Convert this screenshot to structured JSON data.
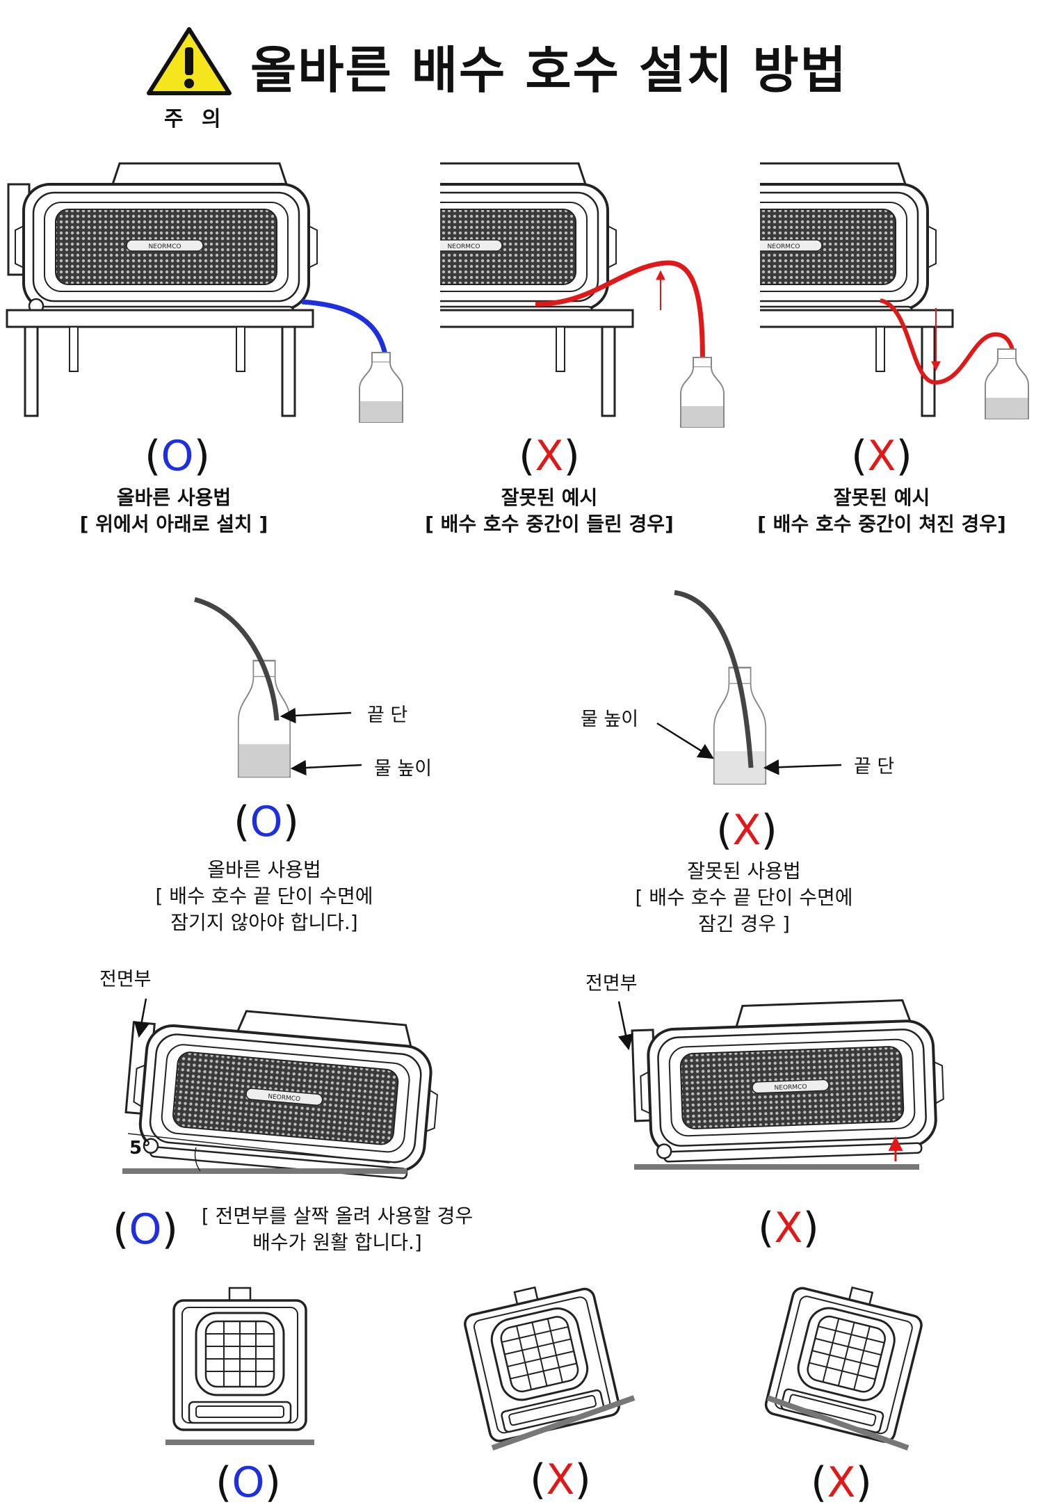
{
  "header": {
    "title": "올바른 배수 호수 설치 방법",
    "warning_label": "주 의"
  },
  "colors": {
    "correct": "#1d2fe0",
    "wrong": "#e01818",
    "hose_good": "#1d2fe0",
    "hose_bad": "#e01818",
    "water": "#cfcfcf"
  },
  "icons": {
    "warning": "warning-triangle-icon",
    "brand": "NEORMCO"
  },
  "section1": {
    "items": [
      {
        "mark_open": "(",
        "mark": "O",
        "mark_close": ")",
        "title": "올바른 사용법",
        "subtitle": "[ 위에서 아래로 설치 ]"
      },
      {
        "mark_open": "(",
        "mark": "X",
        "mark_close": ")",
        "title": "잘못된 예시",
        "subtitle": "[ 배수 호수 중간이 들린 경우]"
      },
      {
        "mark_open": "(",
        "mark": "X",
        "mark_close": ")",
        "title": "잘못된 예시",
        "subtitle": "[ 배수 호수 중간이 쳐진 경우]"
      }
    ]
  },
  "section2": {
    "left": {
      "label_end": "끝 단",
      "label_water": "물 높이",
      "mark_open": "(",
      "mark": "O",
      "mark_close": ")",
      "title": "올바른 사용법",
      "line2": "[ 배수 호수 끝 단이 수면에",
      "line3": "잠기지 않아야 합니다.]"
    },
    "right": {
      "label_end": "끝 단",
      "label_water": "물 높이",
      "mark_open": "(",
      "mark": "X",
      "mark_close": ")",
      "title": "잘못된 사용법",
      "line2": "[ 배수 호수 끝 단이 수면에",
      "line3": "잠긴 경우 ]"
    }
  },
  "section3": {
    "left": {
      "front_label": "전면부",
      "angle": "5°",
      "mark_open": "(",
      "mark": "O",
      "mark_close": ")",
      "line1": "[ 전면부를 살짝 올려 사용할 경우",
      "line2": "배수가 원활 합니다.]"
    },
    "right": {
      "front_label": "전면부",
      "mark_open": "(",
      "mark": "X",
      "mark_close": ")"
    }
  },
  "section4": {
    "items": [
      {
        "mark_open": "(",
        "mark": "O",
        "mark_close": ")"
      },
      {
        "mark_open": "(",
        "mark": "X",
        "mark_close": ")"
      },
      {
        "mark_open": "(",
        "mark": "X",
        "mark_close": ")"
      }
    ]
  }
}
